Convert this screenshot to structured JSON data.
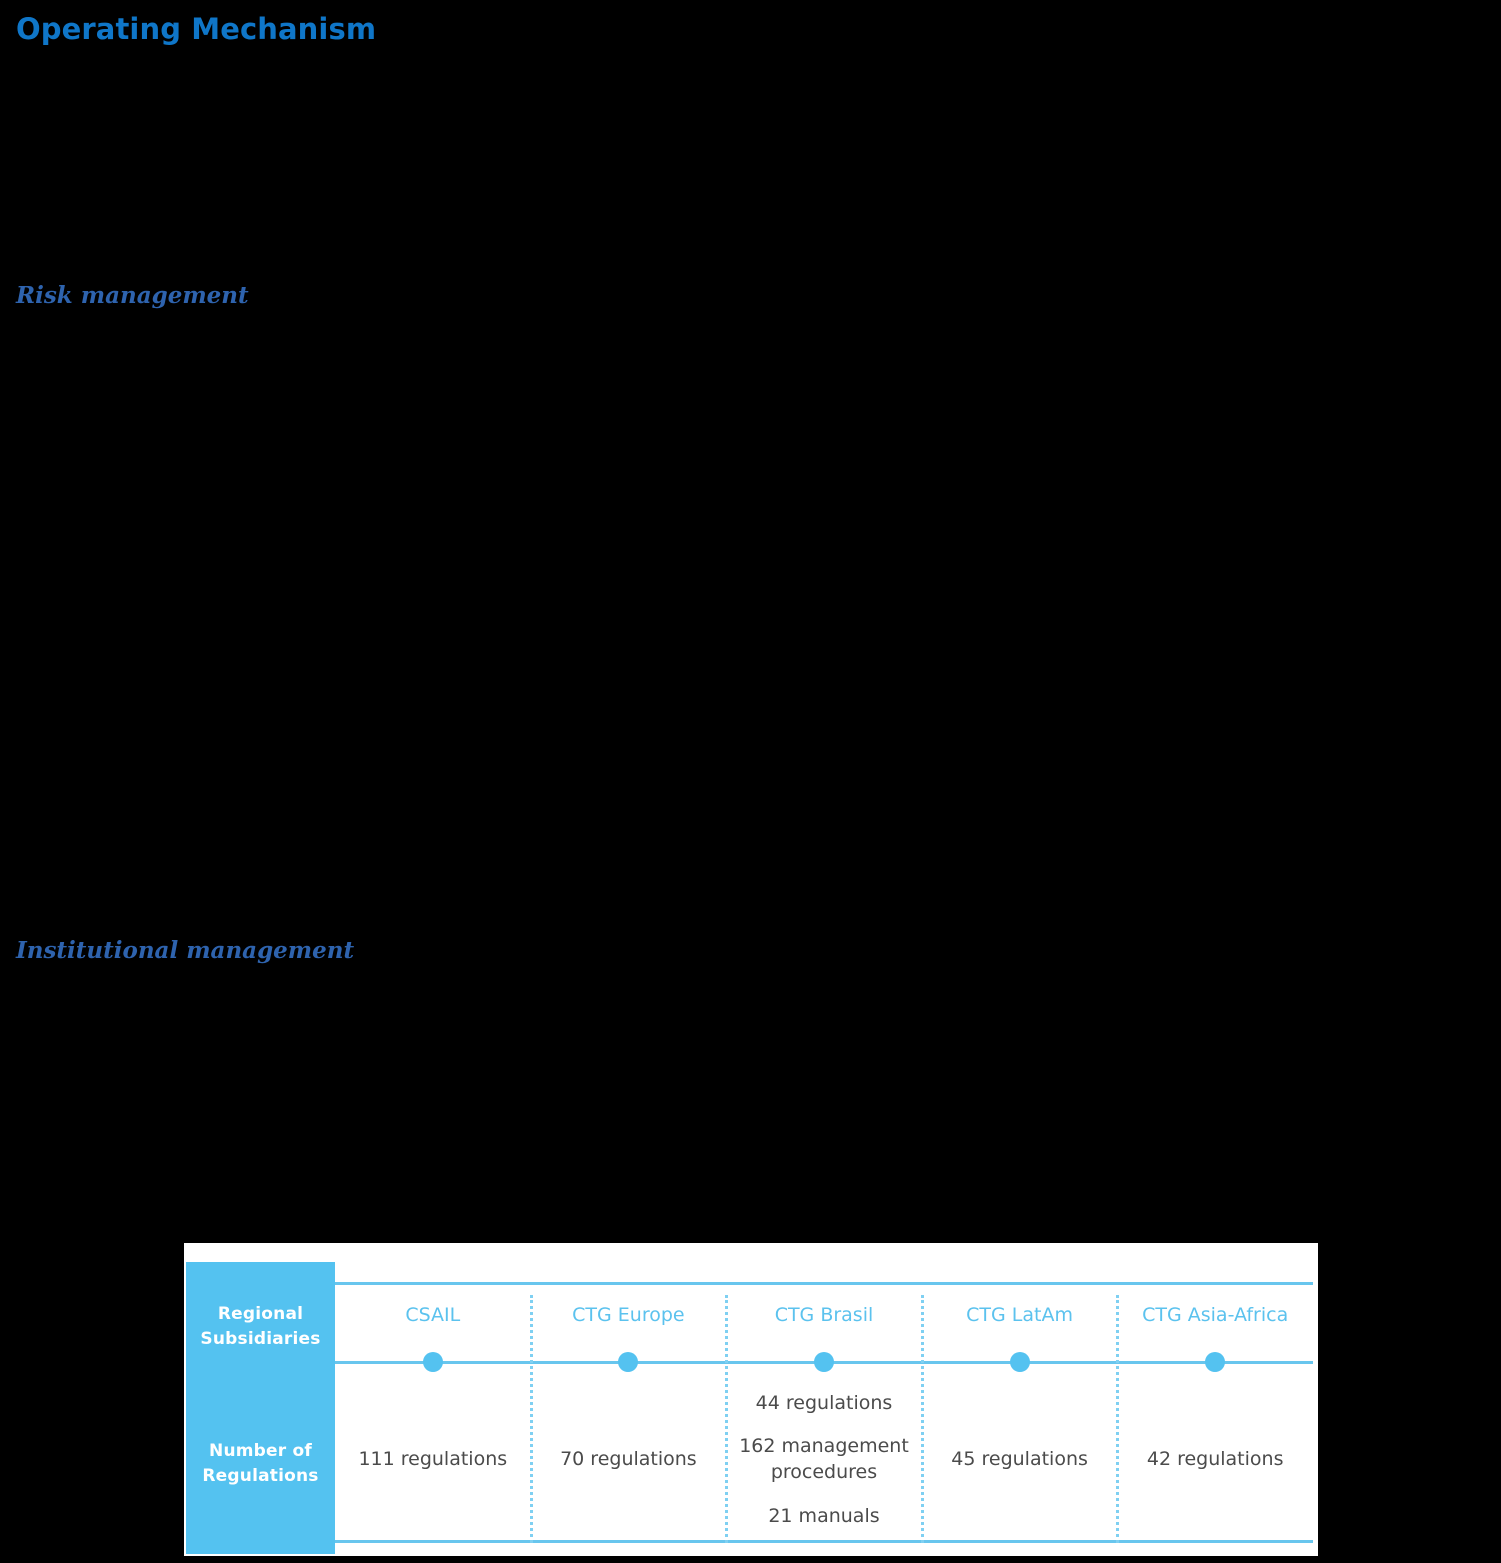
{
  "page": {
    "title": "Operating Mechanism",
    "background_color": "#000000",
    "title_color": "#0F76C8",
    "accent_color": "#54C2F0",
    "heading_color": "#2E63AE",
    "body_text_color": "#4B4B4B",
    "column_label_color": "#5BC2EE"
  },
  "sections": [
    {
      "heading": "Risk management"
    },
    {
      "heading": "Institutional management"
    }
  ],
  "table": {
    "row_labels": {
      "subsidiaries": "Regional\nSubsidiaries",
      "subsidiaries_line1": "Regional",
      "subsidiaries_line2": "Subsidiaries",
      "regulations_line1": "Number of",
      "regulations_line2": "Regulations"
    },
    "columns": [
      {
        "name": "CSAIL",
        "values": [
          "111 regulations"
        ]
      },
      {
        "name": "CTG Europe",
        "values": [
          "70 regulations"
        ]
      },
      {
        "name": "CTG Brasil",
        "values": [
          "44 regulations",
          "162 management procedures",
          "21 manuals"
        ]
      },
      {
        "name": "CTG LatAm",
        "values": [
          "45 regulations"
        ]
      },
      {
        "name": "CTG Asia-Africa",
        "values": [
          "42 regulations"
        ]
      }
    ]
  },
  "chart_data": {
    "type": "table",
    "title": "Regional Subsidiaries — Number of Regulations",
    "categories": [
      "CSAIL",
      "CTG Europe",
      "CTG Brasil",
      "CTG LatAm",
      "CTG Asia-Africa"
    ],
    "series": [
      {
        "name": "regulations",
        "values": [
          111,
          70,
          44,
          45,
          42
        ]
      },
      {
        "name": "management procedures",
        "values": [
          null,
          null,
          162,
          null,
          null
        ]
      },
      {
        "name": "manuals",
        "values": [
          null,
          null,
          21,
          null,
          null
        ]
      }
    ],
    "xlabel": "Regional Subsidiaries",
    "ylabel": "Number of Regulations",
    "grid": false,
    "legend": "none"
  }
}
